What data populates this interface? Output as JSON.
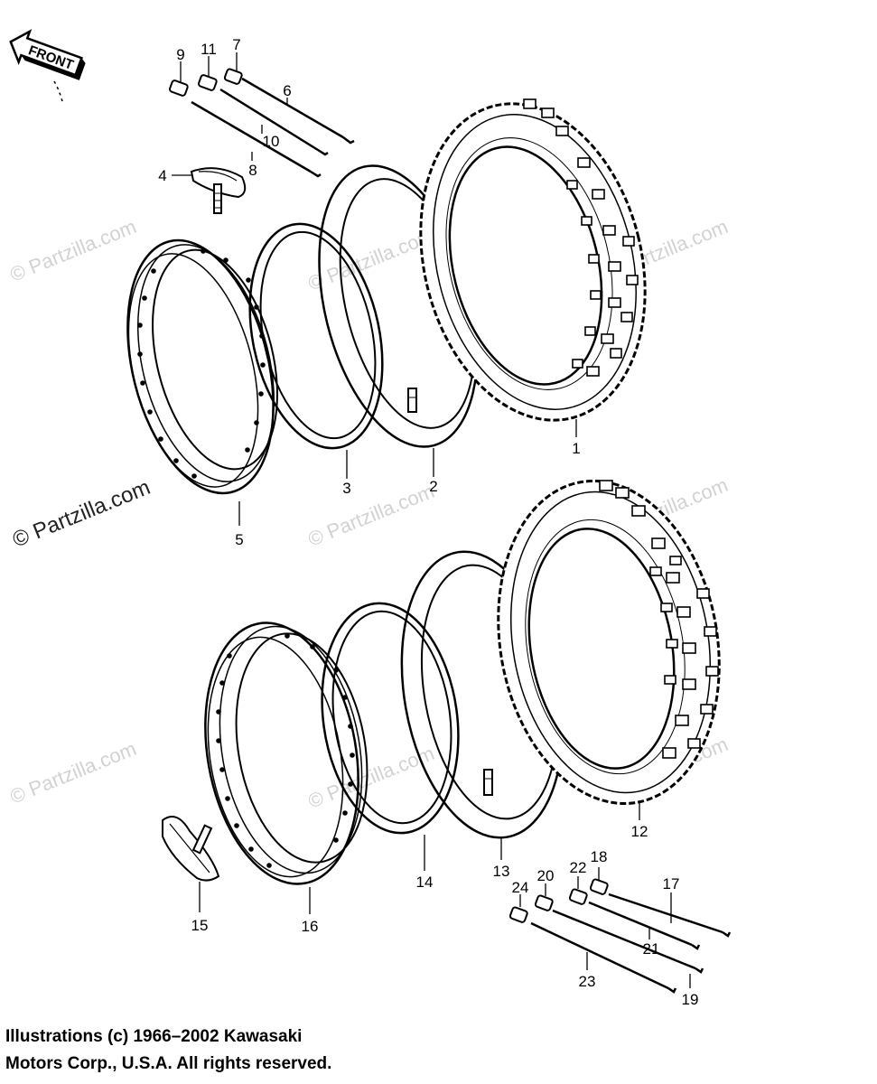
{
  "front_label": "FRONT",
  "watermark": "© Partzilla.com",
  "copyright": {
    "line1": "Illustrations (c) 1966–2002 Kawasaki",
    "line2": "Motors Corp., U.S.A.  All rights reserved."
  },
  "callouts": {
    "n1": "1",
    "n2": "2",
    "n3": "3",
    "n4": "4",
    "n5": "5",
    "n6": "6",
    "n7": "7",
    "n8": "8",
    "n9": "9",
    "n10": "10",
    "n11": "11",
    "n12": "12",
    "n13": "13",
    "n14": "14",
    "n15": "15",
    "n16": "16",
    "n17": "17",
    "n18": "18",
    "n19": "19",
    "n20": "20",
    "n21": "21",
    "n22": "22",
    "n23": "23",
    "n24": "24"
  }
}
